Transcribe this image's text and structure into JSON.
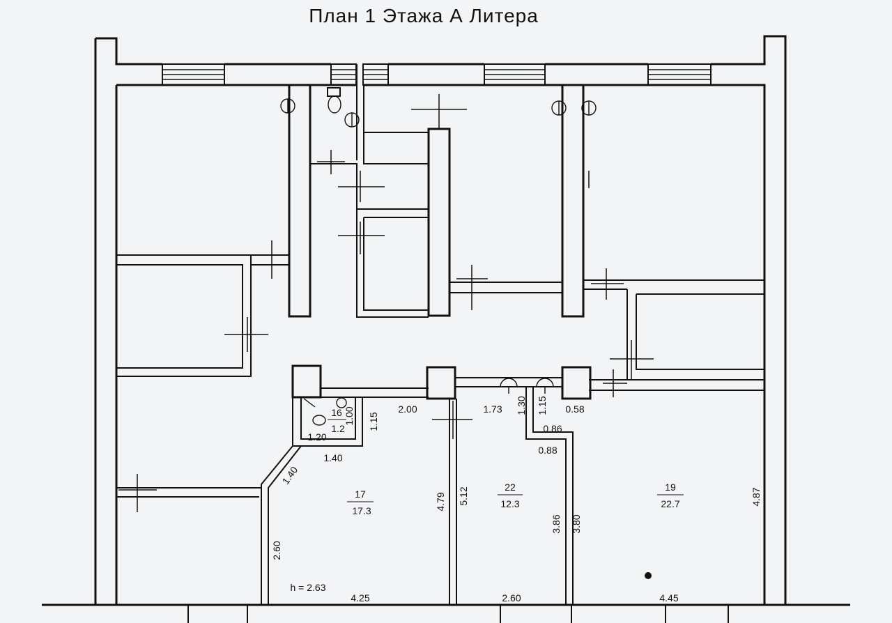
{
  "title": "План 1 Этажа А Литера",
  "rooms": [
    {
      "id": "16",
      "area": "1.2"
    },
    {
      "id": "17",
      "area": "17.3"
    },
    {
      "id": "22",
      "area": "12.3"
    },
    {
      "id": "19",
      "area": "22.7"
    }
  ],
  "dims": {
    "d_200": "2.00",
    "d_173": "1.73",
    "d_130": "1.30",
    "d_115a": "1.15",
    "d_058": "0.58",
    "d_086": "0.86",
    "d_088": "0.88",
    "d_115b": "1.15",
    "d_100": "1.00",
    "d_120": "1.20",
    "d_140a": "1.40",
    "d_140b": "1.40",
    "d_479": "4.79",
    "d_512": "5.12",
    "d_386": "3.86",
    "d_380": "3.80",
    "d_487": "4.87",
    "d_260a": "2.60",
    "d_425": "4.25",
    "d_260b": "2.60",
    "d_445": "4.45",
    "height": "h = 2.63"
  }
}
